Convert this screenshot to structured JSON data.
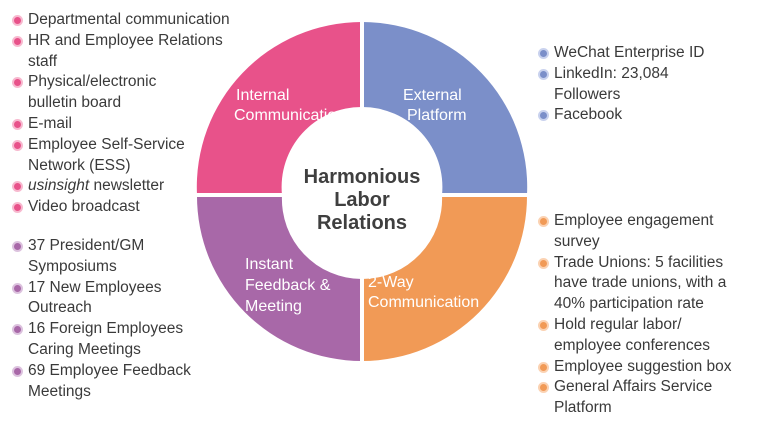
{
  "colors": {
    "internal": "#e8528a",
    "external": "#7b8fc9",
    "feedback": "#a868a8",
    "two_way": "#f19a56"
  },
  "center": {
    "line1": "Harmonious",
    "line2": "Labor",
    "line3": "Relations"
  },
  "quadrants": {
    "internal": {
      "line1": "Internal",
      "line2": "Communication"
    },
    "external": {
      "line1": "External",
      "line2": "Platform"
    },
    "feedback": {
      "line1": "Instant",
      "line2": "Feedback &",
      "line3": "Meeting"
    },
    "two_way": {
      "line1": "2-Way",
      "line2": "Communication"
    }
  },
  "lists": {
    "internal": [
      {
        "line1": "Departmental communication"
      },
      {
        "line1": "HR and Employee Relations",
        "line2": "staff"
      },
      {
        "line1": "Physical/electronic",
        "line2": "bulletin board"
      },
      {
        "line1": "E-mail"
      },
      {
        "line1": "Employee Self-Service",
        "line2": "Network (ESS)"
      },
      {
        "italic": "usinsight",
        "rest": " newsletter"
      },
      {
        "line1": "Video broadcast"
      }
    ],
    "feedback": [
      {
        "line1": "37 President/GM",
        "line2": "Symposiums"
      },
      {
        "line1": "17 New Employees",
        "line2": "Outreach"
      },
      {
        "line1": "16 Foreign Employees",
        "line2": "Caring Meetings"
      },
      {
        "line1": "69 Employee Feedback",
        "line2": "Meetings"
      }
    ],
    "external": [
      {
        "line1": "WeChat Enterprise ID"
      },
      {
        "line1": "LinkedIn: 23,084",
        "line2": "Followers"
      },
      {
        "line1": "Facebook"
      }
    ],
    "two_way": [
      {
        "line1": "Employee engagement",
        "line2": "survey"
      },
      {
        "line1": "Trade Unions: 5 facilities",
        "line2": "have trade unions, with a",
        "line3": "40% participation rate"
      },
      {
        "line1": "Hold regular labor/",
        "line2": "employee conferences"
      },
      {
        "line1": "Employee suggestion box"
      },
      {
        "line1": "General Affairs Service",
        "line2": "Platform"
      }
    ]
  }
}
